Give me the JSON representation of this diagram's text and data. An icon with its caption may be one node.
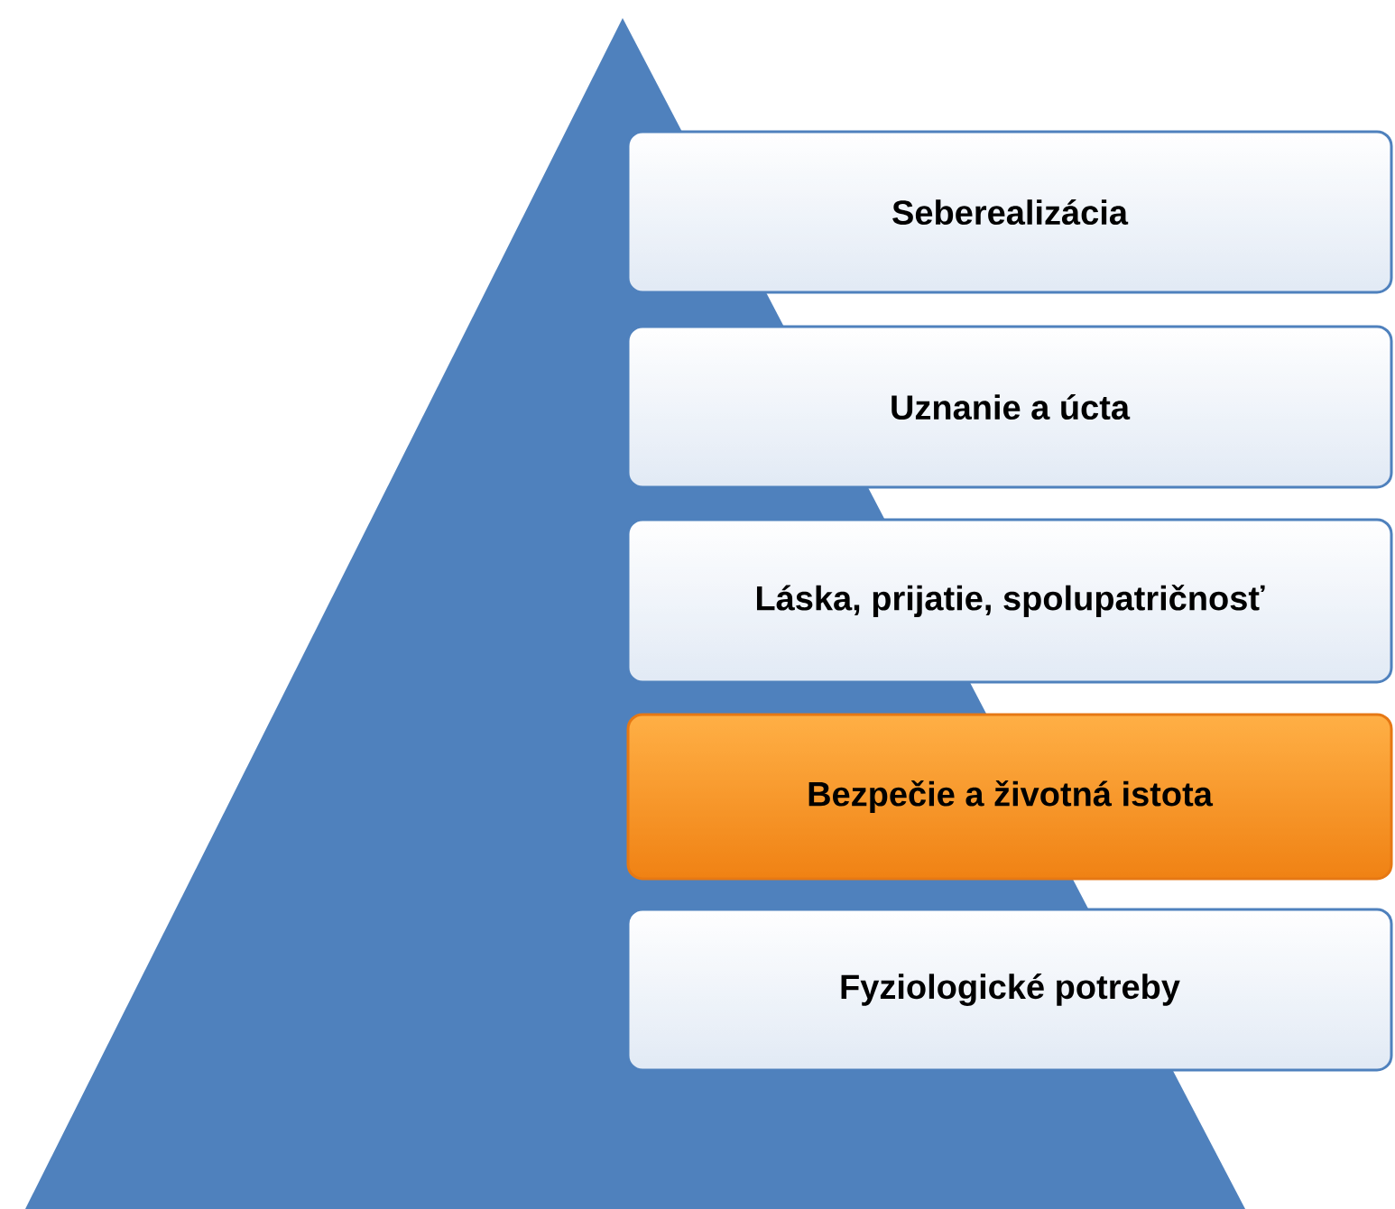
{
  "diagram": {
    "nodes": [
      {
        "text": [
          "Seberealizácia"
        ]
      },
      {
        "text": [
          "Uznanie a úcta"
        ]
      },
      {
        "text": [
          "Láska, prijatie, spolupatričnosť"
        ]
      },
      {
        "text": [
          "Bezpečie a životná istota"
        ]
      },
      {
        "text": [
          "Fyziologické potreby"
        ]
      }
    ]
  }
}
